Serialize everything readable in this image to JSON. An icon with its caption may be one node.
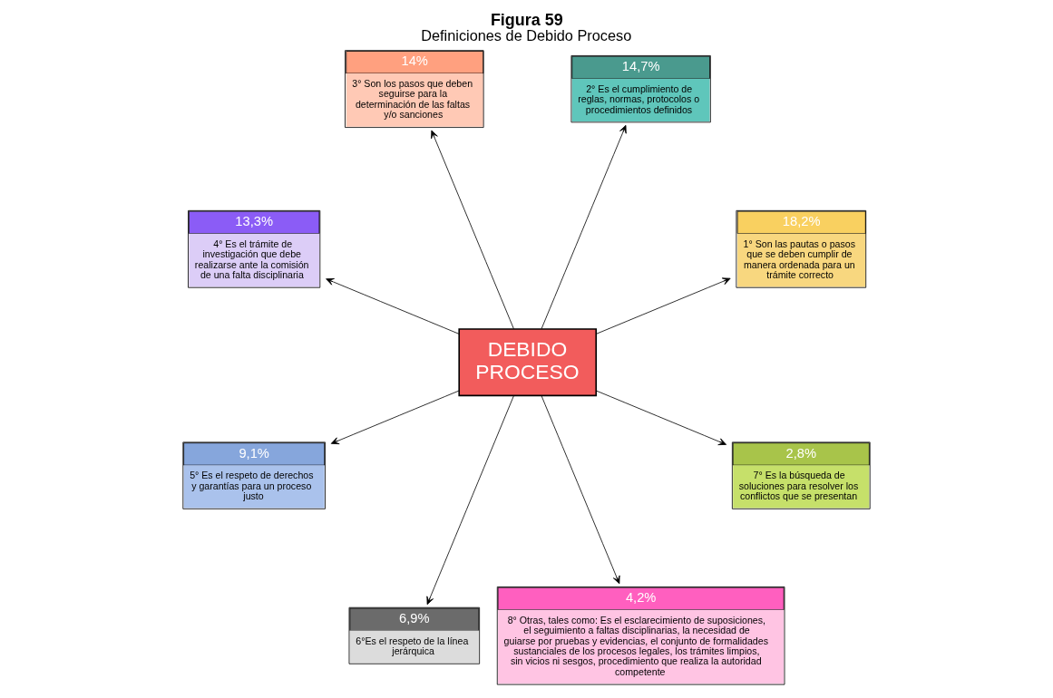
{
  "diagram": {
    "title": "Figura 59",
    "caption": "Definiciones de Debido Proceso",
    "nodes": [
      {
        "text": [
          "DEBIDO PROCESO"
        ]
      },
      {
        "text": [
          "18,2%",
          "1° Son las pautas o pasos que se deben cumplir de manera ordenada para un trámite correcto"
        ]
      },
      {
        "text": [
          "14,7%",
          "2° Es el cumplimiento de reglas, normas, protocolos o procedimientos definidos"
        ]
      },
      {
        "text": [
          "14%",
          "3° Son los pasos que deben seguirse para la determinación de las faltas y/o sanciones"
        ]
      },
      {
        "text": [
          "13,3%",
          "4° Es el trámite de investigación que debe realizarse ante la comisión de una falta disciplinaria"
        ]
      },
      {
        "text": [
          "9,1%",
          "5° Es el respeto de derechos y garantías para un proceso justo"
        ]
      },
      {
        "text": [
          "6,9%",
          "6°Es el respeto de la línea jerárquica"
        ]
      },
      {
        "text": [
          "4,2%",
          "8° Otras, tales como: Es el esclarecimiento de suposiciones, el seguimiento a faltas disciplinarias, la necesidad de guiarse por pruebas y evidencias, el conjunto de formalidades sustanciales de los procesos legales, los trámites limpios, sin vicios ni sesgos, procedimiento que realiza la autoridad competente"
        ]
      },
      {
        "text": [
          "2,8%",
          "7° Es la búsqueda de soluciones para resolver los conflictos que se presentan"
        ]
      }
    ],
    "edges": [
      {
        "from": 0,
        "to": 1,
        "arrow": "to"
      },
      {
        "from": 0,
        "to": 2,
        "arrow": "to"
      },
      {
        "from": 0,
        "to": 3,
        "arrow": "to"
      },
      {
        "from": 0,
        "to": 4,
        "arrow": "to"
      },
      {
        "from": 0,
        "to": 5,
        "arrow": "to"
      },
      {
        "from": 0,
        "to": 6,
        "arrow": "to"
      },
      {
        "from": 0,
        "to": 7,
        "arrow": "to"
      },
      {
        "from": 0,
        "to": 8,
        "arrow": "to"
      }
    ]
  }
}
